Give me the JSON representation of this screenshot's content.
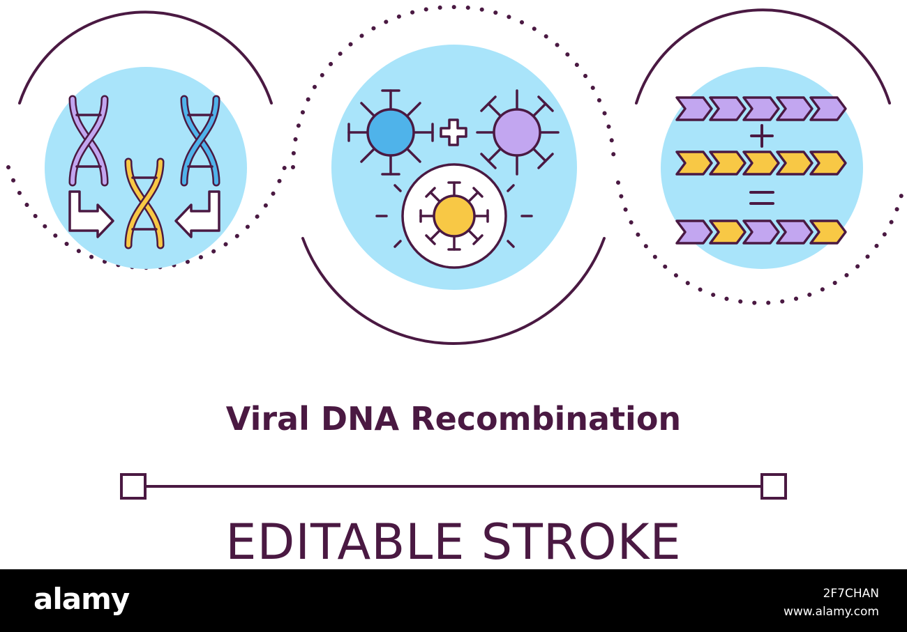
{
  "title": "Viral DNA Recombination",
  "subtitle": "EDITABLE STROKE",
  "footer": {
    "brand": "alamy",
    "image_id": "2F7CHAN",
    "website": "www.alamy.com"
  },
  "colors": {
    "outline": "#4a1942",
    "circle_bg": "#a9e4fa",
    "purple": "#c2a6f0",
    "blue": "#4fb3ea",
    "yellow": "#f8c845",
    "white": "#ffffff"
  },
  "icons": [
    "dna-merge-icon",
    "virus-combination-icon",
    "sequence-recombination-icon"
  ]
}
